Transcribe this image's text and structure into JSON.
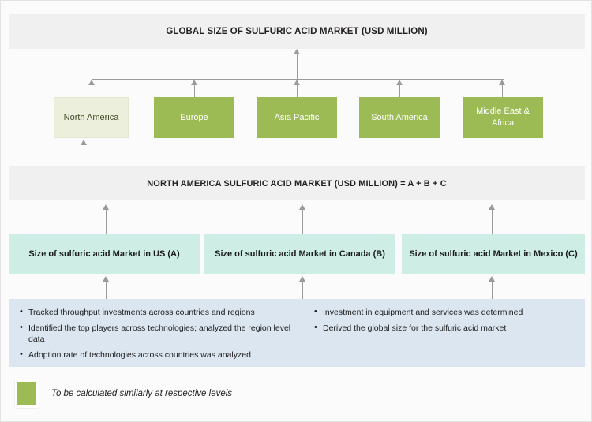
{
  "diagram": {
    "title_banner": "GLOBAL SIZE OF SULFURIC ACID MARKET (USD MILLION)",
    "region_banner": "NORTH AMERICA SULFURIC ACID MARKET (USD MILLION) = A + B + C",
    "regions": [
      {
        "label": "North America",
        "style": "pale"
      },
      {
        "label": "Europe",
        "style": "green"
      },
      {
        "label": "Asia Pacific",
        "style": "green"
      },
      {
        "label": "South America",
        "style": "green"
      },
      {
        "label": "Middle East & Africa",
        "style": "green"
      }
    ],
    "countries": [
      {
        "label": "Size of sulfuric acid Market in US (A)"
      },
      {
        "label": "Size of sulfuric acid Market in Canada (B)"
      },
      {
        "label": "Size of sulfuric acid Market in Mexico (C)"
      }
    ],
    "notes_left": [
      "Tracked throughput investments across countries and regions",
      "Identified the top players across technologies; analyzed  the region level data",
      "Adoption rate of technologies across countries was analyzed"
    ],
    "notes_right": [
      "Investment in equipment and services was determined",
      "Derived the global size for the sulfuric acid market"
    ],
    "legend": {
      "label": "To be calculated similarly at respective levels",
      "swatch_color": "#9cbb55"
    },
    "colors": {
      "banner_bg": "#f0f0f0",
      "region_green": "#9cbb55",
      "region_pale": "#ebefdc",
      "country_teal": "#cdede5",
      "notes_bg": "#dce6f1",
      "connector": "#9a9a9a"
    }
  }
}
